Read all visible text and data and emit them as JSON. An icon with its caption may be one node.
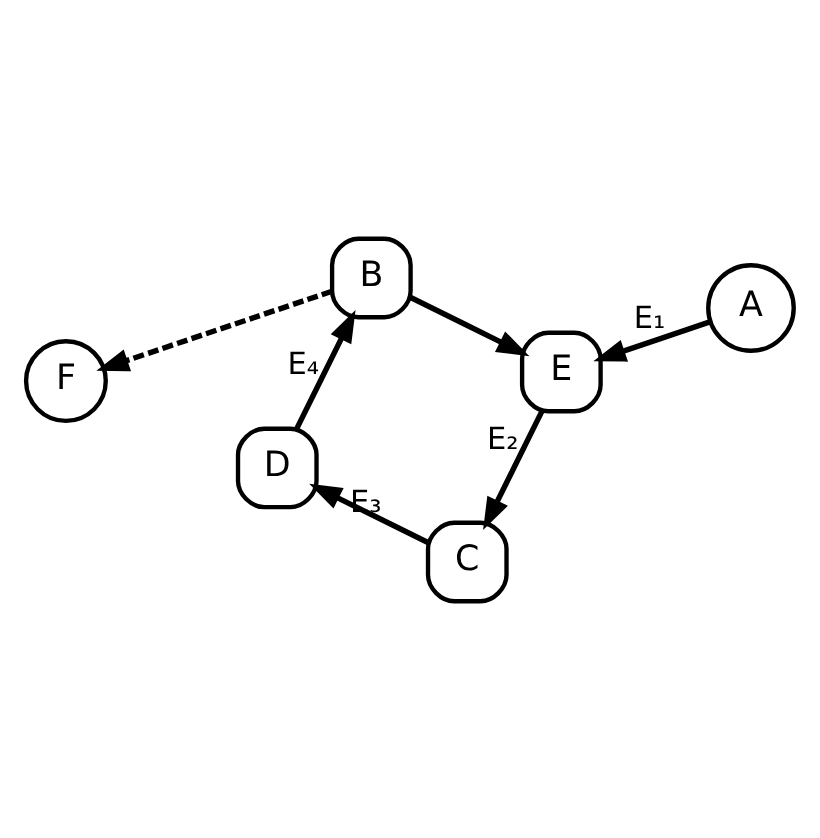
{
  "diagram": {
    "nodes": [
      {
        "text": [
          "F"
        ]
      },
      {
        "text": [
          "A"
        ]
      },
      {
        "text": [
          "B"
        ]
      },
      {
        "text": [
          "E"
        ]
      },
      {
        "text": [
          "D"
        ]
      },
      {
        "text": [
          "C"
        ]
      }
    ],
    "edges": [
      {
        "from": 2,
        "to": 3,
        "arrow": "to"
      },
      {
        "from": 1,
        "to": 3,
        "arrow": "to",
        "label": "E₁"
      },
      {
        "from": 3,
        "to": 5,
        "arrow": "to",
        "label": "E₂"
      },
      {
        "from": 5,
        "to": 4,
        "arrow": "to",
        "label": "E₃"
      },
      {
        "from": 4,
        "to": 2,
        "arrow": "to",
        "label": "E₄"
      },
      {
        "from": 2,
        "to": 0,
        "arrow": "to",
        "style": "dashed"
      }
    ]
  }
}
